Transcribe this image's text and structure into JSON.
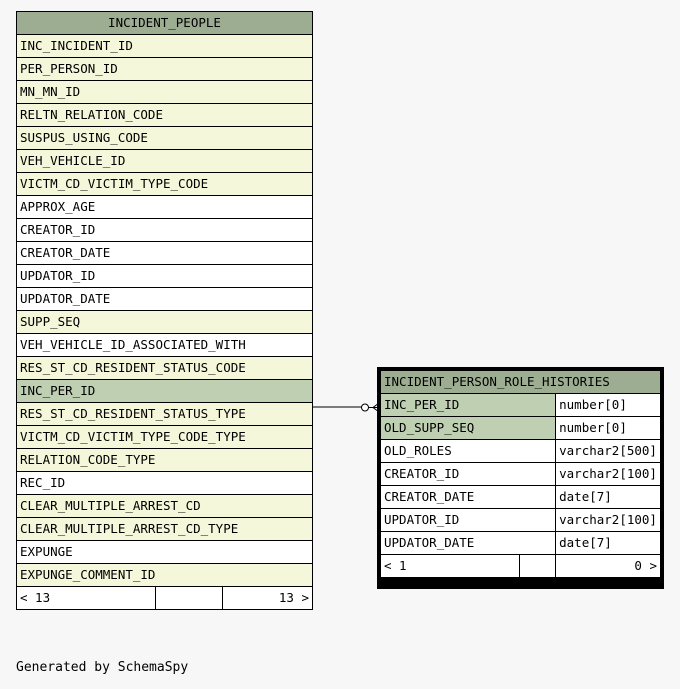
{
  "incident_people": {
    "title": "INCIDENT_PEOPLE",
    "columns": [
      {
        "name": "INC_INCIDENT_ID",
        "kind": "fk"
      },
      {
        "name": "PER_PERSON_ID",
        "kind": "fk"
      },
      {
        "name": "MN_MN_ID",
        "kind": "fk"
      },
      {
        "name": "RELTN_RELATION_CODE",
        "kind": "fk"
      },
      {
        "name": "SUSPUS_USING_CODE",
        "kind": "fk"
      },
      {
        "name": "VEH_VEHICLE_ID",
        "kind": "fk"
      },
      {
        "name": "VICTM_CD_VICTIM_TYPE_CODE",
        "kind": "fk"
      },
      {
        "name": "APPROX_AGE",
        "kind": "plain"
      },
      {
        "name": "CREATOR_ID",
        "kind": "plain"
      },
      {
        "name": "CREATOR_DATE",
        "kind": "plain"
      },
      {
        "name": "UPDATOR_ID",
        "kind": "plain"
      },
      {
        "name": "UPDATOR_DATE",
        "kind": "plain"
      },
      {
        "name": "SUPP_SEQ",
        "kind": "fk"
      },
      {
        "name": "VEH_VEHICLE_ID_ASSOCIATED_WITH",
        "kind": "plain"
      },
      {
        "name": "RES_ST_CD_RESIDENT_STATUS_CODE",
        "kind": "fk"
      },
      {
        "name": "INC_PER_ID",
        "kind": "pk"
      },
      {
        "name": "RES_ST_CD_RESIDENT_STATUS_TYPE",
        "kind": "fk"
      },
      {
        "name": "VICTM_CD_VICTIM_TYPE_CODE_TYPE",
        "kind": "fk"
      },
      {
        "name": "RELATION_CODE_TYPE",
        "kind": "fk"
      },
      {
        "name": "REC_ID",
        "kind": "plain"
      },
      {
        "name": "CLEAR_MULTIPLE_ARREST_CD",
        "kind": "fk"
      },
      {
        "name": "CLEAR_MULTIPLE_ARREST_CD_TYPE",
        "kind": "fk"
      },
      {
        "name": "EXPUNGE",
        "kind": "plain"
      },
      {
        "name": "EXPUNGE_COMMENT_ID",
        "kind": "fk"
      }
    ],
    "footer_left": "< 13",
    "footer_right": "13 >"
  },
  "incident_person_role_histories": {
    "title": "INCIDENT_PERSON_ROLE_HISTORIES",
    "columns": [
      {
        "name": "INC_PER_ID",
        "type": "number[0]",
        "kind": "pk"
      },
      {
        "name": "OLD_SUPP_SEQ",
        "type": "number[0]",
        "kind": "pk"
      },
      {
        "name": "OLD_ROLES",
        "type": "varchar2[500]",
        "kind": "plain"
      },
      {
        "name": "CREATOR_ID",
        "type": "varchar2[100]",
        "kind": "plain"
      },
      {
        "name": "CREATOR_DATE",
        "type": "date[7]",
        "kind": "plain"
      },
      {
        "name": "UPDATOR_ID",
        "type": "varchar2[100]",
        "kind": "plain"
      },
      {
        "name": "UPDATOR_DATE",
        "type": "date[7]",
        "kind": "plain"
      }
    ],
    "footer_left": "< 1",
    "footer_right": "0 >"
  },
  "generated_by": "Generated by SchemaSpy",
  "colors": {
    "header": "#9dad92",
    "fk_row": "#f4f7da",
    "pk_row": "#bfcfb2",
    "plain_row": "#ffffff"
  }
}
